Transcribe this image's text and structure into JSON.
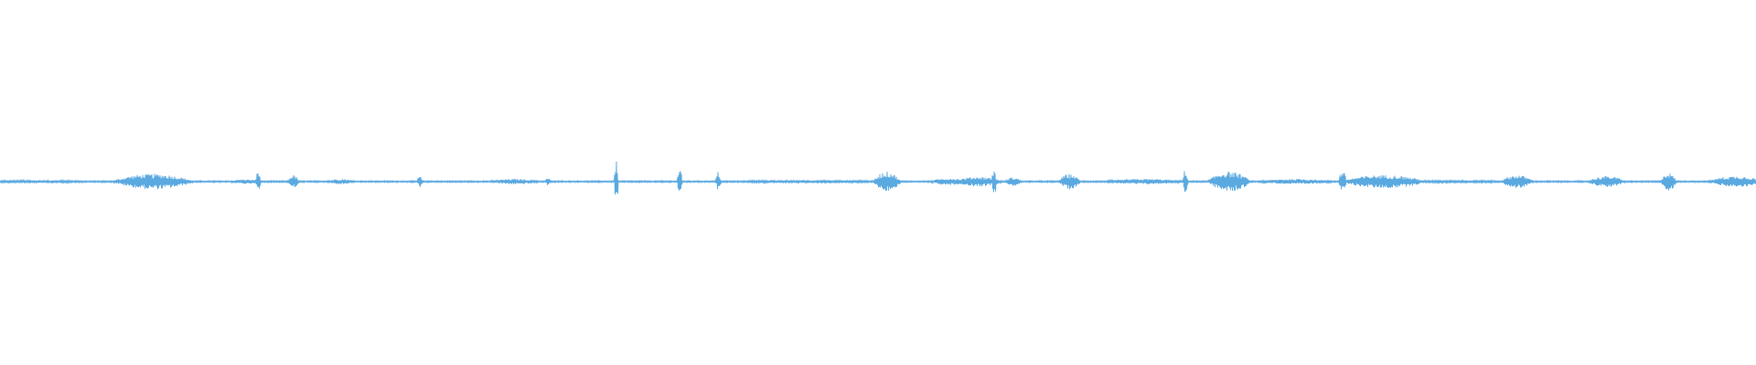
{
  "waveform": {
    "color": "#5aa9e0",
    "baseline_color": "#4d9fd9",
    "background": "#ffffff",
    "bursts": [
      {
        "t": 0.0,
        "w": 0.045,
        "a": 0.06
      },
      {
        "t": 0.072,
        "w": 0.03,
        "a": 0.35
      },
      {
        "t": 0.133,
        "w": 0.012,
        "a": 0.1
      },
      {
        "t": 0.146,
        "w": 0.002,
        "a": 0.45
      },
      {
        "t": 0.165,
        "w": 0.004,
        "a": 0.3
      },
      {
        "t": 0.188,
        "w": 0.012,
        "a": 0.12
      },
      {
        "t": 0.238,
        "w": 0.002,
        "a": 0.25
      },
      {
        "t": 0.283,
        "w": 0.02,
        "a": 0.12
      },
      {
        "t": 0.311,
        "w": 0.002,
        "a": 0.18
      },
      {
        "t": 0.35,
        "w": 0.0015,
        "a": 1.0
      },
      {
        "t": 0.386,
        "w": 0.002,
        "a": 0.6
      },
      {
        "t": 0.408,
        "w": 0.002,
        "a": 0.45
      },
      {
        "t": 0.43,
        "w": 0.06,
        "a": 0.08
      },
      {
        "t": 0.5,
        "w": 0.01,
        "a": 0.45
      },
      {
        "t": 0.533,
        "w": 0.016,
        "a": 0.15
      },
      {
        "t": 0.548,
        "w": 0.018,
        "a": 0.22
      },
      {
        "t": 0.565,
        "w": 0.002,
        "a": 0.55
      },
      {
        "t": 0.574,
        "w": 0.006,
        "a": 0.2
      },
      {
        "t": 0.605,
        "w": 0.008,
        "a": 0.35
      },
      {
        "t": 0.636,
        "w": 0.032,
        "a": 0.12
      },
      {
        "t": 0.674,
        "w": 0.002,
        "a": 0.55
      },
      {
        "t": 0.692,
        "w": 0.016,
        "a": 0.45
      },
      {
        "t": 0.723,
        "w": 0.03,
        "a": 0.12
      },
      {
        "t": 0.763,
        "w": 0.003,
        "a": 0.5
      },
      {
        "t": 0.772,
        "w": 0.032,
        "a": 0.3
      },
      {
        "t": 0.812,
        "w": 0.04,
        "a": 0.06
      },
      {
        "t": 0.858,
        "w": 0.012,
        "a": 0.3
      },
      {
        "t": 0.908,
        "w": 0.014,
        "a": 0.25
      },
      {
        "t": 0.947,
        "w": 0.006,
        "a": 0.4
      },
      {
        "t": 0.978,
        "w": 0.022,
        "a": 0.25
      }
    ]
  }
}
